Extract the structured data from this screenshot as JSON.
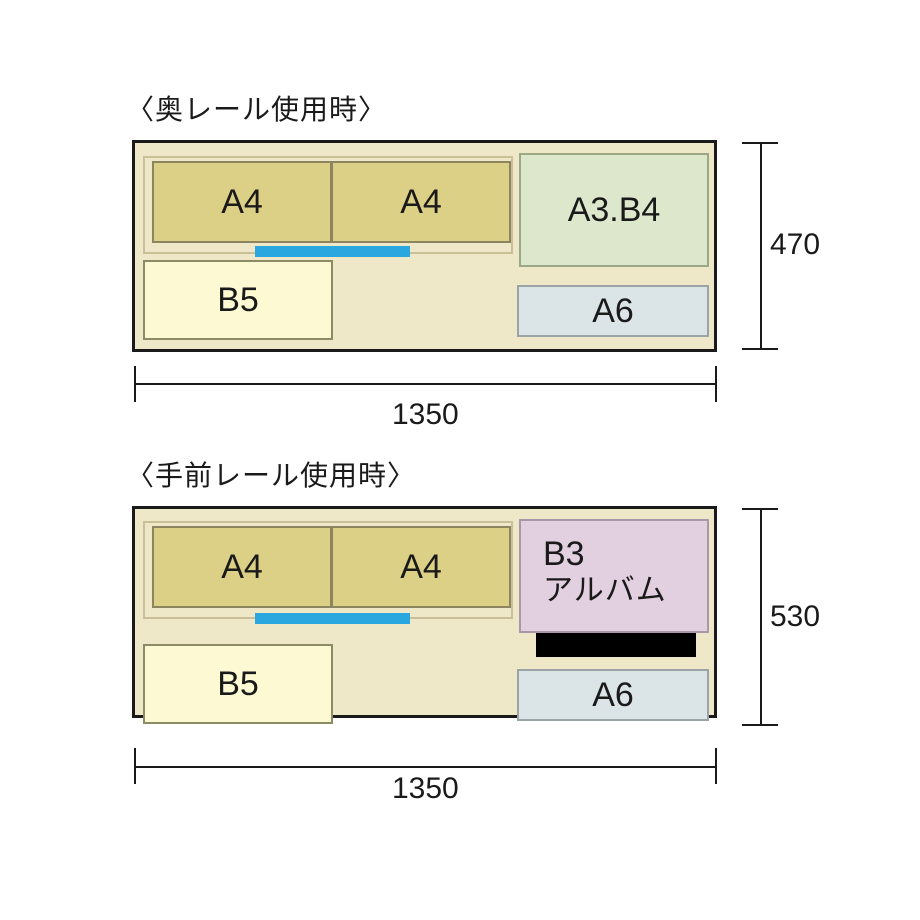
{
  "layouts": [
    {
      "title": "〈奥レール使用時〉",
      "cells": {
        "a4_left": "A4",
        "a4_right": "A4",
        "top_right": "A3.B4",
        "b5": "B5",
        "a6": "A6"
      },
      "width_label": "1350",
      "height_label": "470"
    },
    {
      "title": "〈手前レール使用時〉",
      "cells": {
        "a4_left": "A4",
        "a4_right": "A4",
        "top_right_line1": "B3",
        "top_right_line2": "アルバム",
        "b5": "B5",
        "a6": "A6"
      },
      "width_label": "1350",
      "height_label": "530"
    }
  ],
  "colors": {
    "rail": "#2ba7e0",
    "frame": "#efe8c8",
    "a4": "#dccf86",
    "a3b4": "#dde7cb",
    "b3_album": "#e2cfe0",
    "b5": "#fdf9d3",
    "a6": "#dbe4e7"
  }
}
